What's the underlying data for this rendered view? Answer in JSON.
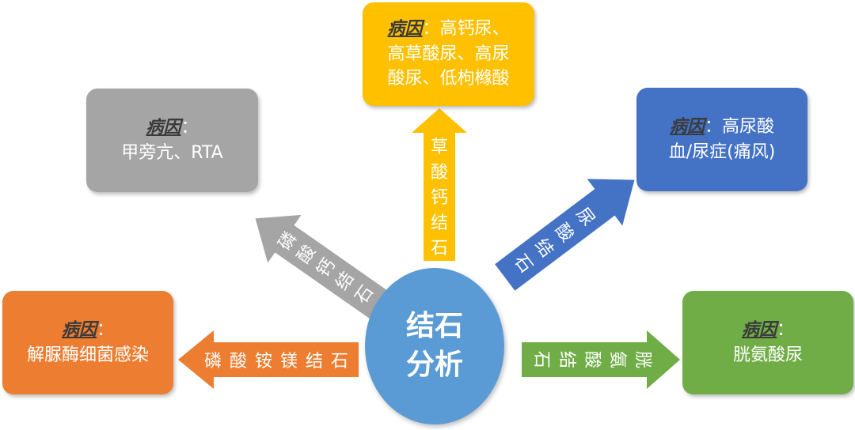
{
  "colors": {
    "gray": "#a5a5a5",
    "yellow": "#ffc000",
    "blue": "#4472c4",
    "orange": "#ed7d31",
    "green": "#70ad47",
    "center": "#5b9bd5",
    "cause_text": "#3a3a3a"
  },
  "center": {
    "line1": "结石",
    "line2": "分析"
  },
  "boxes": {
    "gray": {
      "cause": "病因",
      "sep": "：",
      "lines": [
        "甲旁亢、RTA"
      ]
    },
    "yellow": {
      "cause": "病因",
      "sep": "：高钙尿、",
      "lines": [
        "高草酸尿、高尿",
        "酸尿、低枸橼酸"
      ]
    },
    "blue": {
      "cause": "病因",
      "sep": "：高尿酸",
      "lines": [
        "血/尿症(痛风)"
      ]
    },
    "orange": {
      "cause": "病因",
      "sep": "：",
      "lines": [
        "解脲酶细菌感染"
      ]
    },
    "green": {
      "cause": "病因",
      "sep": "：",
      "lines": [
        "胱氨酸尿"
      ]
    }
  },
  "arrows": {
    "gray": "磷酸钙结石",
    "yellow": "草酸钙结石",
    "blue": "尿酸结石",
    "orange": "磷酸铵镁结石",
    "green": "胱氨酸结石"
  }
}
